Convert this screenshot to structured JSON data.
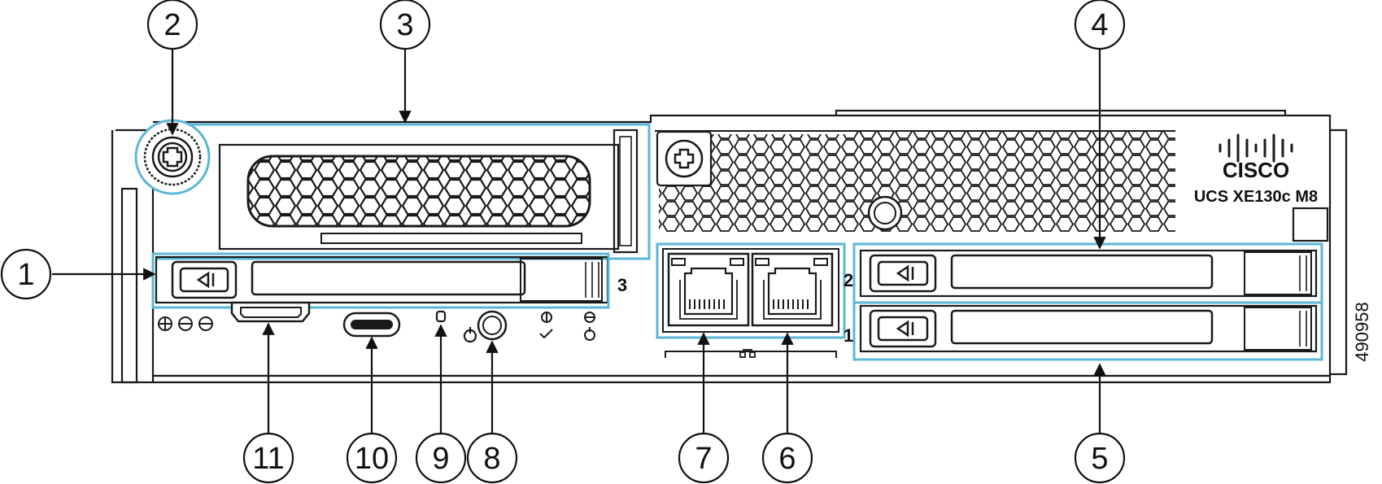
{
  "brand": {
    "name": "CISCO",
    "model": "UCS XE130c M8"
  },
  "figure_id": "490958",
  "bay_labels": {
    "bay3": "3",
    "bay2": "2",
    "bay1": "1"
  },
  "callouts": [
    {
      "num": "1",
      "target": "front-drive-bay-3"
    },
    {
      "num": "2",
      "target": "captive-screw"
    },
    {
      "num": "3",
      "target": "front-mezzanine-module"
    },
    {
      "num": "4",
      "target": "drive-bay-2"
    },
    {
      "num": "5",
      "target": "drive-bay-1"
    },
    {
      "num": "6",
      "target": "rj45-port-right"
    },
    {
      "num": "7",
      "target": "rj45-port-left"
    },
    {
      "num": "8",
      "target": "power-button"
    },
    {
      "num": "9",
      "target": "status-led"
    },
    {
      "num": "10",
      "target": "usb-c-port"
    },
    {
      "num": "11",
      "target": "console-port"
    }
  ],
  "colors": {
    "outline": "#1a1a1a",
    "highlight": "#5bb7d6"
  }
}
